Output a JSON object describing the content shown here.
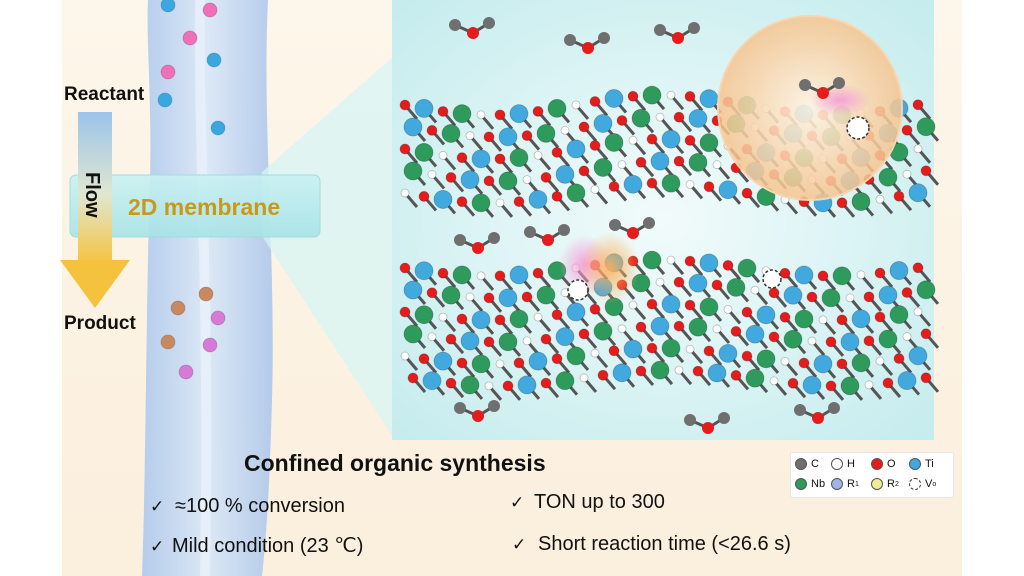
{
  "labels": {
    "reactant": "Reactant",
    "flow": "Flow",
    "membrane": "2D membrane",
    "product": "Product"
  },
  "summary": {
    "title": "Confined organic synthesis",
    "checkmark": "✓",
    "points": [
      "≈100 % conversion",
      "TON up to 300",
      "Mild condition (23 ℃)",
      "Short reaction time (<26.6 s)"
    ]
  },
  "legend": [
    {
      "label": "C",
      "sub": "",
      "color": "#6f6f6f",
      "style": "filled"
    },
    {
      "label": "H",
      "sub": "",
      "color": "#ffffff",
      "style": "filled"
    },
    {
      "label": "O",
      "sub": "",
      "color": "#e51c1c",
      "style": "filled"
    },
    {
      "label": "Ti",
      "sub": "",
      "color": "#41a9de",
      "style": "filled"
    },
    {
      "label": "Nb",
      "sub": "",
      "color": "#2e9a5b",
      "style": "filled"
    },
    {
      "label": "R",
      "sub": "1",
      "color": "#9fb5e8",
      "style": "filled"
    },
    {
      "label": "R",
      "sub": "2",
      "color": "#f0ec9a",
      "style": "filled"
    },
    {
      "label": "V",
      "sub": "o",
      "color": "#ffffff",
      "style": "dashed"
    }
  ],
  "colors": {
    "background": "#fcf4e6",
    "channel": "#bcd3f0",
    "membrane_text": "#c79a1a",
    "panel": "#dff5f6"
  },
  "icons": [
    "flow-arrow-icon",
    "check-icon",
    "reactant-molecule-icon",
    "vacancy-icon"
  ]
}
